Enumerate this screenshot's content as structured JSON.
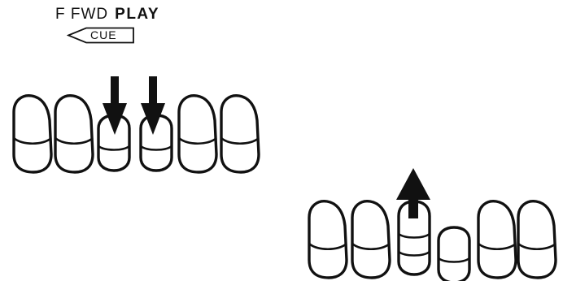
{
  "labels": {
    "ffwd": "F FWD",
    "play": "PLAY",
    "cue": "CUE"
  },
  "colors": {
    "ink": "#111111",
    "key_fill": "#ffffff"
  },
  "groups": [
    {
      "id": "cue-state",
      "keys": [
        "up",
        "up",
        "down",
        "down",
        "up",
        "up"
      ],
      "arrows": [
        "down-on-key-3",
        "down-on-key-4"
      ]
    },
    {
      "id": "release-state",
      "keys": [
        "up",
        "up",
        "released",
        "down",
        "up",
        "up"
      ],
      "arrows": [
        "up-on-key-3"
      ]
    }
  ]
}
